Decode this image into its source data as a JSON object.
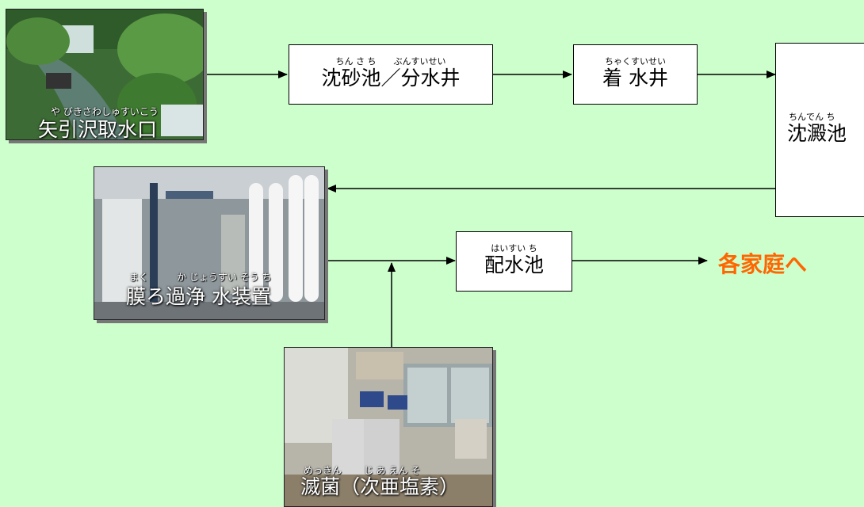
{
  "intake": {
    "ruby": "や びきさわしゅすいこう",
    "label": "矢引沢取水口"
  },
  "sand_basin": {
    "ruby": "ちん さ ち　　ぶんすいせい",
    "label": "沈砂池／分水井"
  },
  "receiving_well": {
    "ruby": "ちゃくすいせい",
    "label": "着 水井"
  },
  "sedimentation": {
    "ruby": "ちんでん ち",
    "label": "沈澱池"
  },
  "membrane": {
    "ruby": "まく　　　か じょうすい そう ち",
    "label": "膜ろ過浄 水装置"
  },
  "distribution": {
    "ruby": "はいすい ち",
    "label": "配水池"
  },
  "disinfection": {
    "ruby": "めっきん　　 じ あ えん そ",
    "label": "滅菌（次亜塩素）"
  },
  "destination": {
    "label": "各家庭へ"
  },
  "colors": {
    "background": "#ccffcc",
    "destination": "#ff6600"
  }
}
